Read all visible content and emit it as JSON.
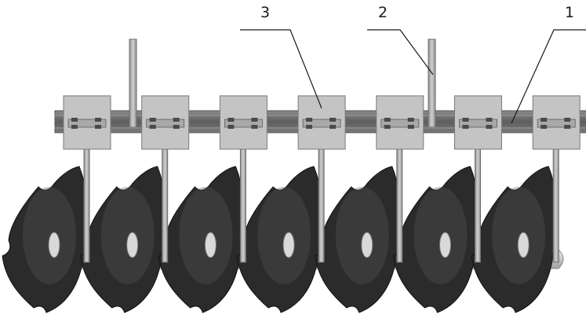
{
  "diagram": {
    "callouts": [
      {
        "id": "1",
        "label": "1",
        "part": "frame-beam"
      },
      {
        "id": "2",
        "label": "2",
        "part": "vertical-post"
      },
      {
        "id": "3",
        "label": "3",
        "part": "mounting-bracket"
      }
    ],
    "disc_count": 7,
    "colors": {
      "beam": "#6e6e6e",
      "beam_highlight": "#9a9a9a",
      "bracket": "#c4c4c4",
      "bracket_edge": "#7a7a7a",
      "post": "#b3b3b3",
      "disc": "#2b2b2b",
      "disc_highlight": "#555555",
      "hub": "#d9d9d9",
      "axle": "#cfcfcf",
      "leader": "#1a1a1a"
    }
  }
}
